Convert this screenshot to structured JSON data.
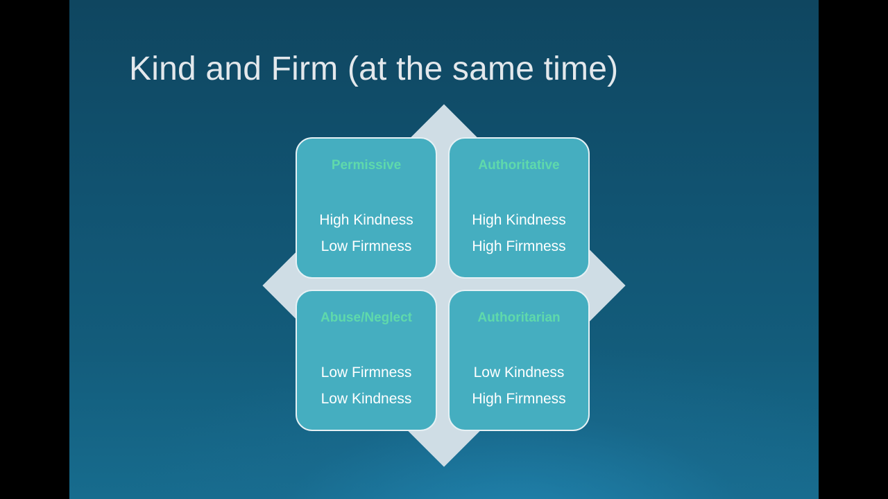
{
  "slide": {
    "title": "Kind and Firm (at the same time)"
  },
  "quadrants": [
    {
      "title": "Permissive",
      "lines": [
        "High Kindness",
        "Low Firmness"
      ]
    },
    {
      "title": "Authoritative",
      "lines": [
        "High Kindness",
        "High Firmness"
      ]
    },
    {
      "title": "Abuse/Neglect",
      "lines": [
        "Low Firmness",
        "Low Kindness"
      ]
    },
    {
      "title": "Authoritarian",
      "lines": [
        "Low Kindness",
        "High Firmness"
      ]
    }
  ],
  "colors": {
    "background_top": "#0f4660",
    "background_bottom": "#176c8e",
    "quad_fill": "#45aec0",
    "quad_title": "#5fd9ab",
    "diamond": "#cfdde5",
    "title_text": "#e3e8ec"
  }
}
